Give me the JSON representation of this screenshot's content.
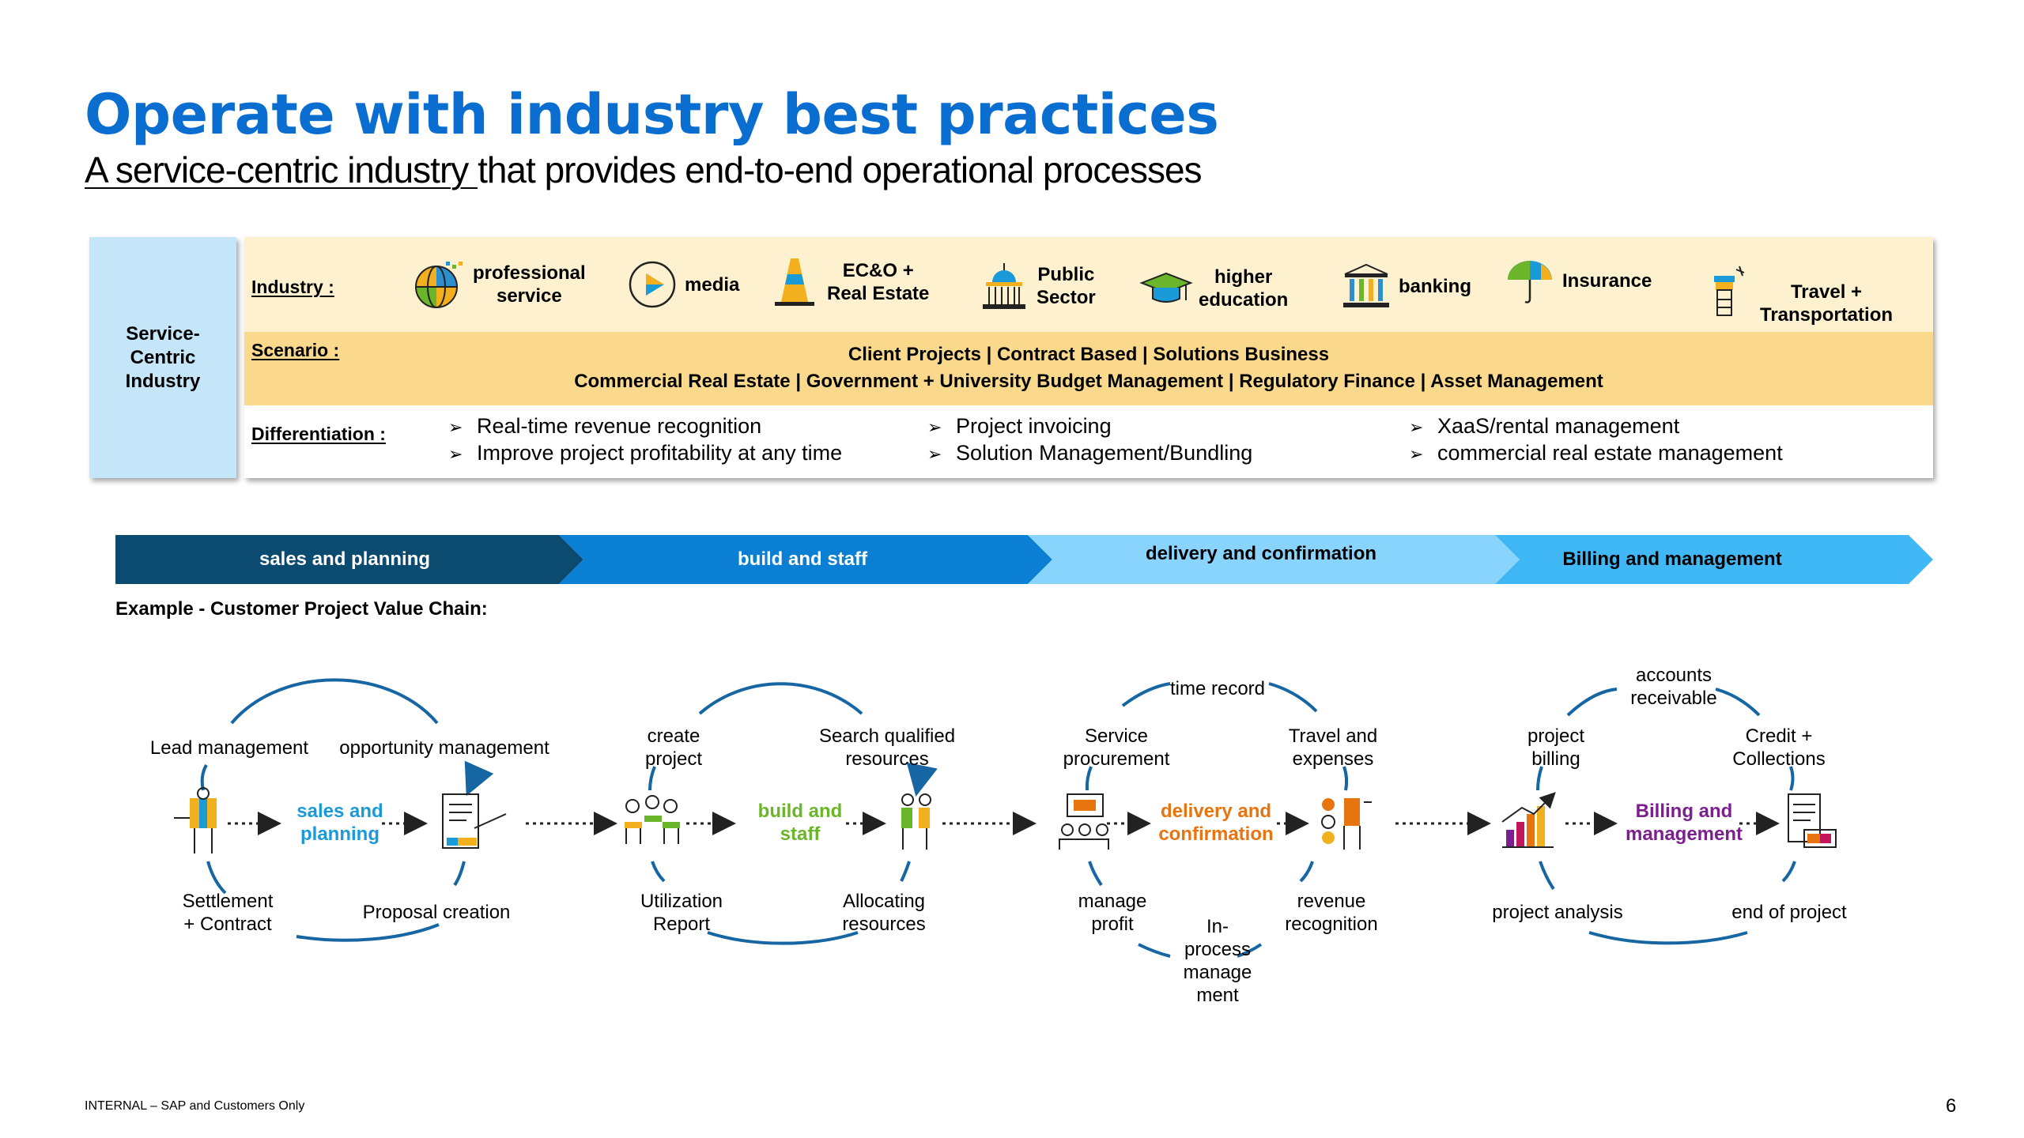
{
  "title": "Operate with industry best practices",
  "subtitle": {
    "underlined": "A service-centric industry ",
    "rest": "that provides end-to-end operational processes"
  },
  "side_box": "Service-\nCentric\nIndustry",
  "rows": {
    "industry": "Industry :",
    "scenario": "Scenario :",
    "differentiation": "Differentiation :"
  },
  "industries": [
    {
      "label": "professional\nservice",
      "icon": "globe-icon"
    },
    {
      "label": "media",
      "icon": "play-icon"
    },
    {
      "label": "EC&O +\nReal Estate",
      "icon": "cone-icon"
    },
    {
      "label": "Public\nSector",
      "icon": "capitol-icon"
    },
    {
      "label": "higher\neducation",
      "icon": "graduation-cap-icon"
    },
    {
      "label": "banking",
      "icon": "bank-icon"
    },
    {
      "label": "Insurance",
      "icon": "umbrella-icon"
    },
    {
      "label": "Travel +\nTransportation",
      "icon": "control-tower-icon"
    }
  ],
  "scenarios": [
    "Client Projects | Contract Based | Solutions Business",
    "Commercial Real Estate | Government + University Budget Management | Regulatory Finance | Asset Management"
  ],
  "differentiation": [
    [
      "Real-time revenue recognition",
      "Improve project profitability at any time"
    ],
    [
      "Project invoicing",
      "Solution Management/Bundling"
    ],
    [
      "XaaS/rental management",
      "commercial real estate management"
    ]
  ],
  "bullet": "➢",
  "phases": [
    {
      "label": "sales and planning",
      "color": "#0b4b70",
      "text_color": "#ffffff"
    },
    {
      "label": "build and staff",
      "color": "#0a7fd4",
      "text_color": "#ffffff"
    },
    {
      "label": "delivery and confirmation",
      "color": "#88d4fc",
      "text_color": "#000000"
    },
    {
      "label": "Billing and management",
      "color": "#3fb8f5",
      "text_color": "#000000"
    }
  ],
  "example_label": "Example - Customer Project Value Chain:",
  "cycles": [
    {
      "stage": "sales and\nplanning",
      "stage_color": "#1a9ad7",
      "labels": [
        "Lead management",
        "opportunity management",
        "Settlement\n+ Contract",
        "Proposal creation"
      ]
    },
    {
      "stage": "build and\nstaff",
      "stage_color": "#6bb52b",
      "labels": [
        "create\nproject",
        "Search qualified\nresources",
        "Utilization\nReport",
        "Allocating\nresources"
      ]
    },
    {
      "stage": "delivery and\nconfirmation",
      "stage_color": "#e8740f",
      "labels": [
        "time record",
        "Service\nprocurement",
        "Travel and\nexpenses",
        "manage\nprofit",
        "revenue\nrecognition",
        "In-\nprocess\nmanage\nment"
      ]
    },
    {
      "stage": "Billing and\nmanagement",
      "stage_color": "#7b1f8f",
      "labels": [
        "accounts\nreceivable",
        "project\nbilling",
        "Credit +\nCollections",
        "project analysis",
        "end of project"
      ]
    }
  ],
  "colors": {
    "title": "#0a6ed1",
    "arc": "#1666a3",
    "industry_band": "#fdf1cf",
    "scenario_band": "#fbd98c",
    "side_box": "#c5e6f8"
  },
  "footer": "INTERNAL – SAP and Customers Only",
  "page_number": "6"
}
